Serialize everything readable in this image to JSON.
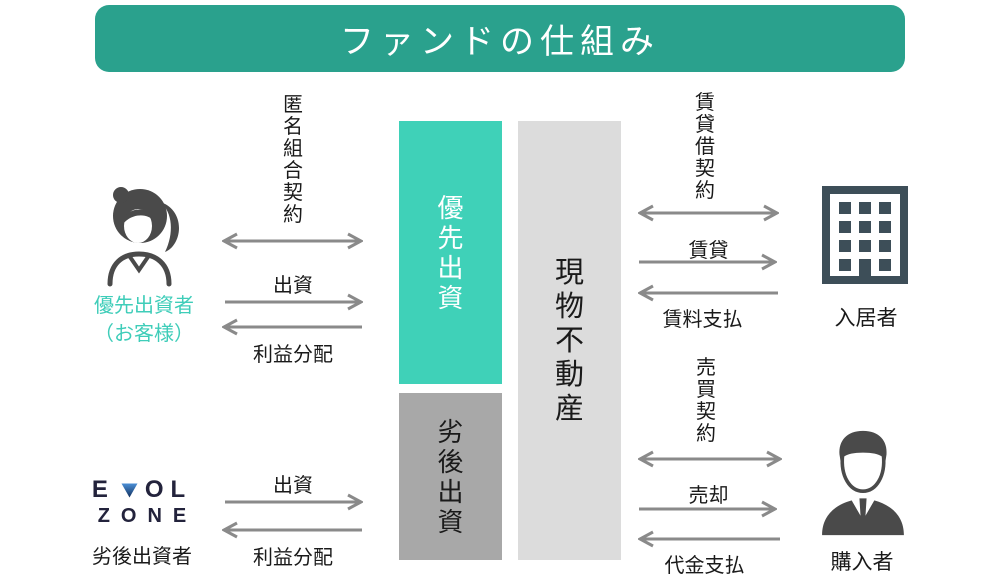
{
  "title": "ファンドの仕組み",
  "colors": {
    "banner-teal": "#2aa18d",
    "box-teal": "#3fd1b8",
    "label-teal": "#3fcdb9",
    "box-gray": "#a8a8a8",
    "box-light-gray": "#dcdcdc",
    "arrow-gray": "#8a8a8a",
    "icon-slate": "#3d4e58",
    "icon-gray": "#4a4a4a",
    "logo-navy": "#23233c",
    "text-dark": "#1a1a1a"
  },
  "boxes": {
    "priority_equity": "優先出資",
    "subordinated_equity": "劣後出資",
    "physical_property": "現物不動産"
  },
  "actors": {
    "priority_investor": {
      "line1": "優先出資者",
      "line2": "（お客様）"
    },
    "subordinated_investor": {
      "logo": {
        "e": "E",
        "ol": "OL",
        "zone": "ZONE"
      },
      "label": "劣後出資者"
    },
    "resident": {
      "label": "入居者"
    },
    "buyer": {
      "label": "購入者"
    }
  },
  "flows": {
    "priority": {
      "contract": "匿名組合契約",
      "invest": "出資",
      "profit": "利益分配"
    },
    "subordinated": {
      "invest": "出資",
      "profit": "利益分配"
    },
    "lease": {
      "contract": "賃貸借契約",
      "lease": "賃貸",
      "rent_payment": "賃料支払"
    },
    "sale": {
      "contract": "売買契約",
      "sell": "売却",
      "payment": "代金支払"
    }
  }
}
